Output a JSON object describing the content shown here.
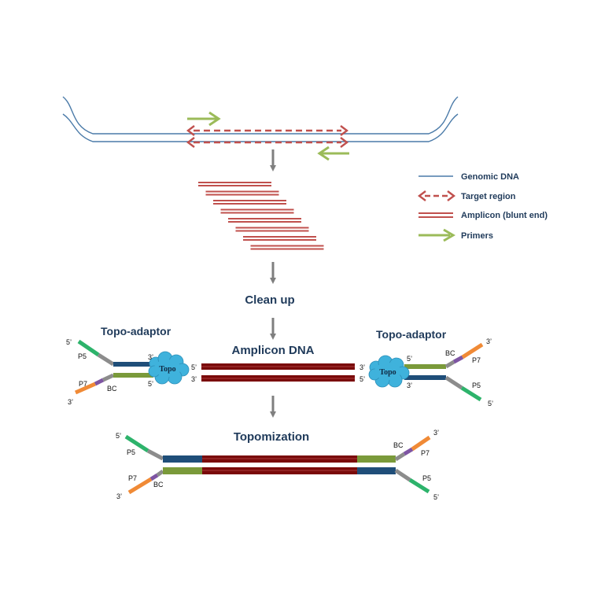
{
  "legend": [
    {
      "label": "Genomic DNA",
      "color": "#4a7aa8"
    },
    {
      "label": "Target region",
      "color": "#c0504d"
    },
    {
      "label": "Amplicon (blunt end)",
      "color": "#c0504d"
    },
    {
      "label": "Primers",
      "color": "#9bbb59"
    }
  ],
  "steps": {
    "cleanup": "Clean up",
    "amplicon_dna": "Amplicon DNA",
    "topomization": "Topomization"
  },
  "adaptor_label": "Topo-adaptor",
  "topo_label": "Topo",
  "ends": {
    "five": "5’",
    "three": "3’"
  },
  "segments": {
    "p5": "P5",
    "p7": "P7",
    "bc": "BC"
  },
  "colors": {
    "genomic": "#4a7aa8",
    "target": "#c0504d",
    "primer": "#9bbb59",
    "amplicon": "#7a0a0a",
    "arrow": "#7f7f7f",
    "p5": "#2db36b",
    "p7": "#f08a36",
    "bc": "#7e55a3",
    "linker": "#8c8c8c",
    "navy": "#1f4e79",
    "olive": "#7a9a3a",
    "cloud": "#3fb2dc"
  }
}
